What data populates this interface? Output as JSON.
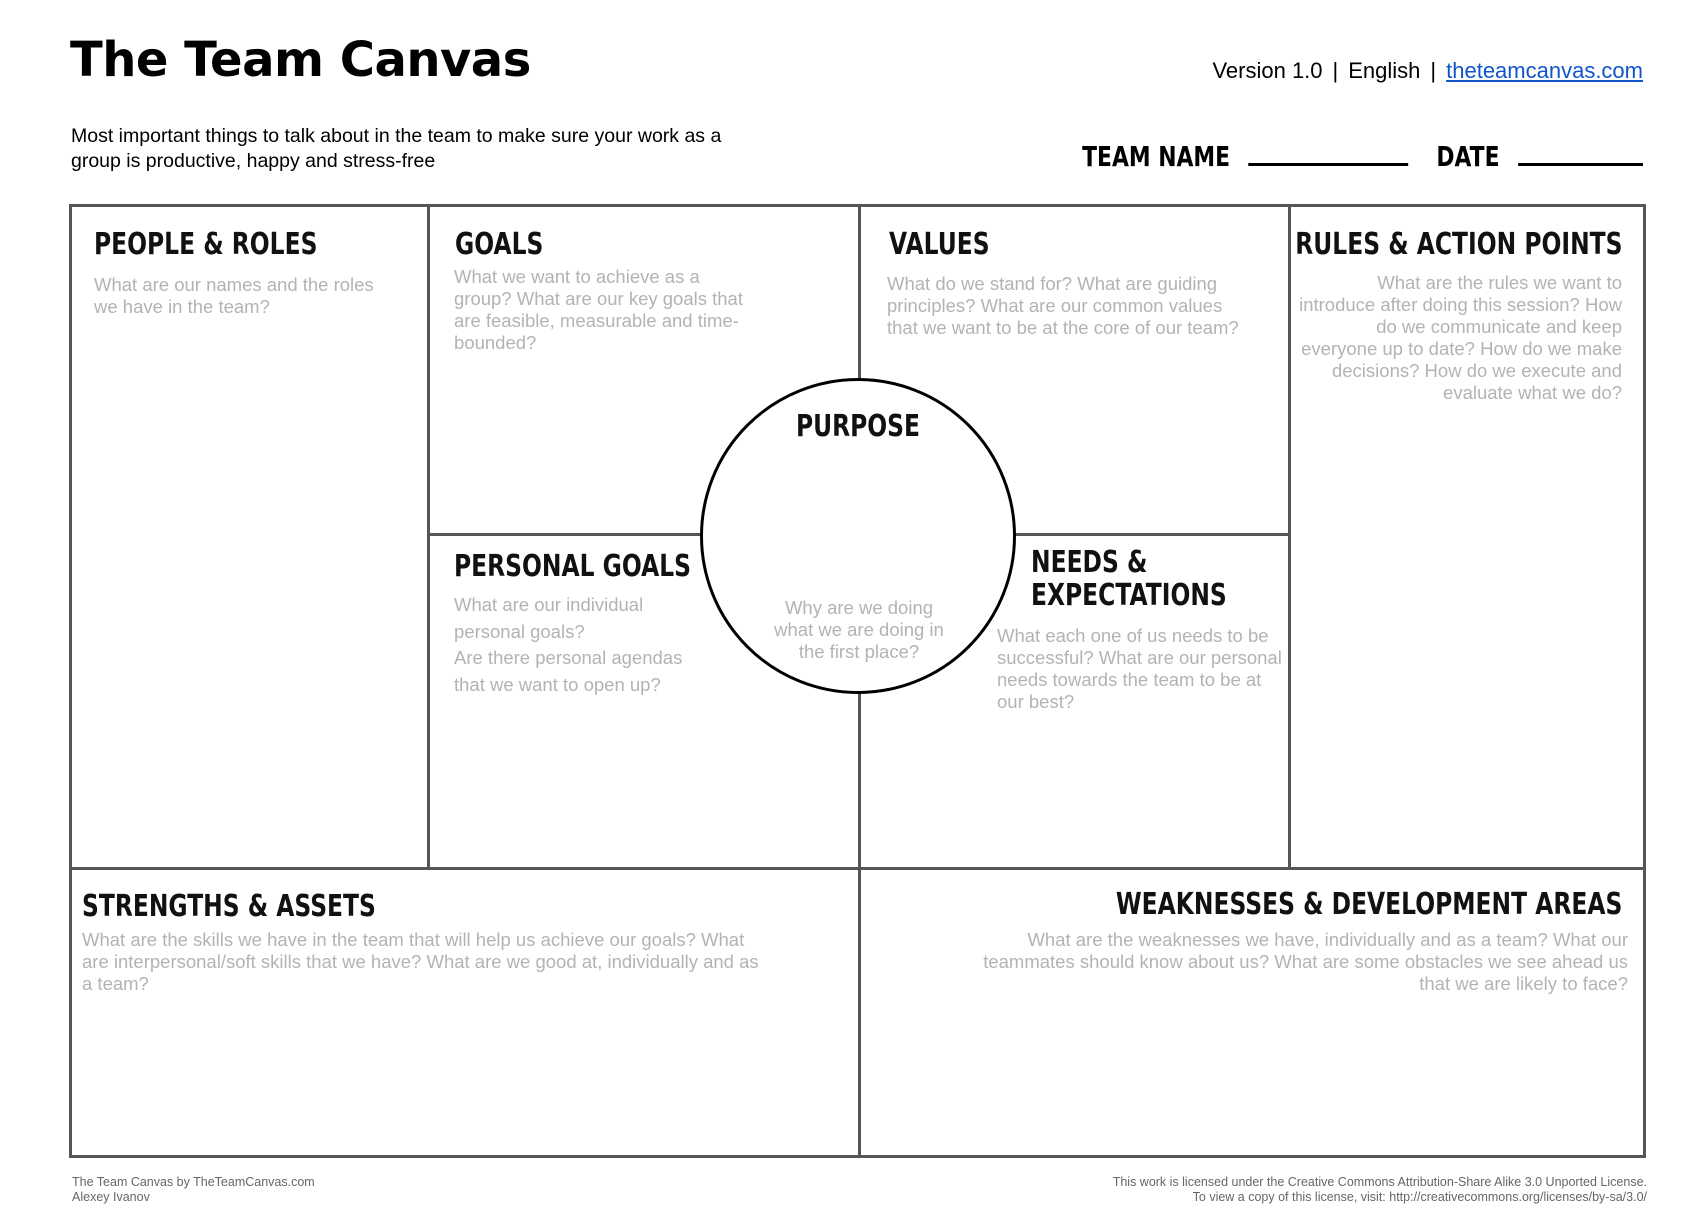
{
  "header": {
    "title": "The Team Canvas",
    "version": "Version 1.0",
    "language": "English",
    "website": "theteamcanvas.com",
    "separator": "|",
    "subtitle_line1": "Most important things to talk about in the team to make sure your work as a",
    "subtitle_line2": "group is productive, happy and stress-free",
    "team_name_label": "TEAM NAME",
    "date_label": "DATE"
  },
  "sections": {
    "people_roles": {
      "title": "PEOPLE & ROLES",
      "hint": "What are our names and the roles we have in the team?"
    },
    "goals": {
      "title": "GOALS",
      "hint": "What we want to achieve as a group? What are our key goals that are feasible, measurable and time-bounded?"
    },
    "values": {
      "title": "VALUES",
      "hint": "What do we stand for? What are guiding principles? What are our common values that we want to be at the core of our team?"
    },
    "rules": {
      "title": "RULES & ACTION POINTS",
      "hint": "What are the rules we want to introduce after doing this session? How do we communicate and keep everyone up to date? How do we make decisions? How do we execute and evaluate what we do?"
    },
    "purpose": {
      "title": "PURPOSE",
      "hint": "Why are we doing what we are doing in the first place?"
    },
    "personal_goals": {
      "title": "PERSONAL GOALS",
      "hint_line1": "What are our individual",
      "hint_line2": "personal goals?",
      "hint_line3": "Are there personal agendas",
      "hint_line4": "that we want to open up?"
    },
    "needs": {
      "title_line1": "NEEDS &",
      "title_line2": "EXPECTATIONS",
      "hint": "What each one of us needs to be successful?  What are our personal needs towards the team to be at our best?"
    },
    "strengths": {
      "title": "STRENGTHS & ASSETS",
      "hint": "What are the skills we have in the team that will help us achieve our goals? What are interpersonal/soft skills that we have? What are we good at, individually and as a team?"
    },
    "weaknesses": {
      "title": "WEAKNESSES & DEVELOPMENT AREAS",
      "hint": "What are the weaknesses we have, individually and as a team? What our teammates should know about us? What are some obstacles we see ahead us that we are likely to face?"
    }
  },
  "footer": {
    "credit": "The Team Canvas by TheTeamCanvas.com",
    "author": "Alexey Ivanov",
    "license_line1": "This work is licensed under the Creative Commons Attribution-Share Alike 3.0 Unported License.",
    "license_line2": "To view a copy of this license, visit: http://creativecommons.org/licenses/by-sa/3.0/"
  }
}
